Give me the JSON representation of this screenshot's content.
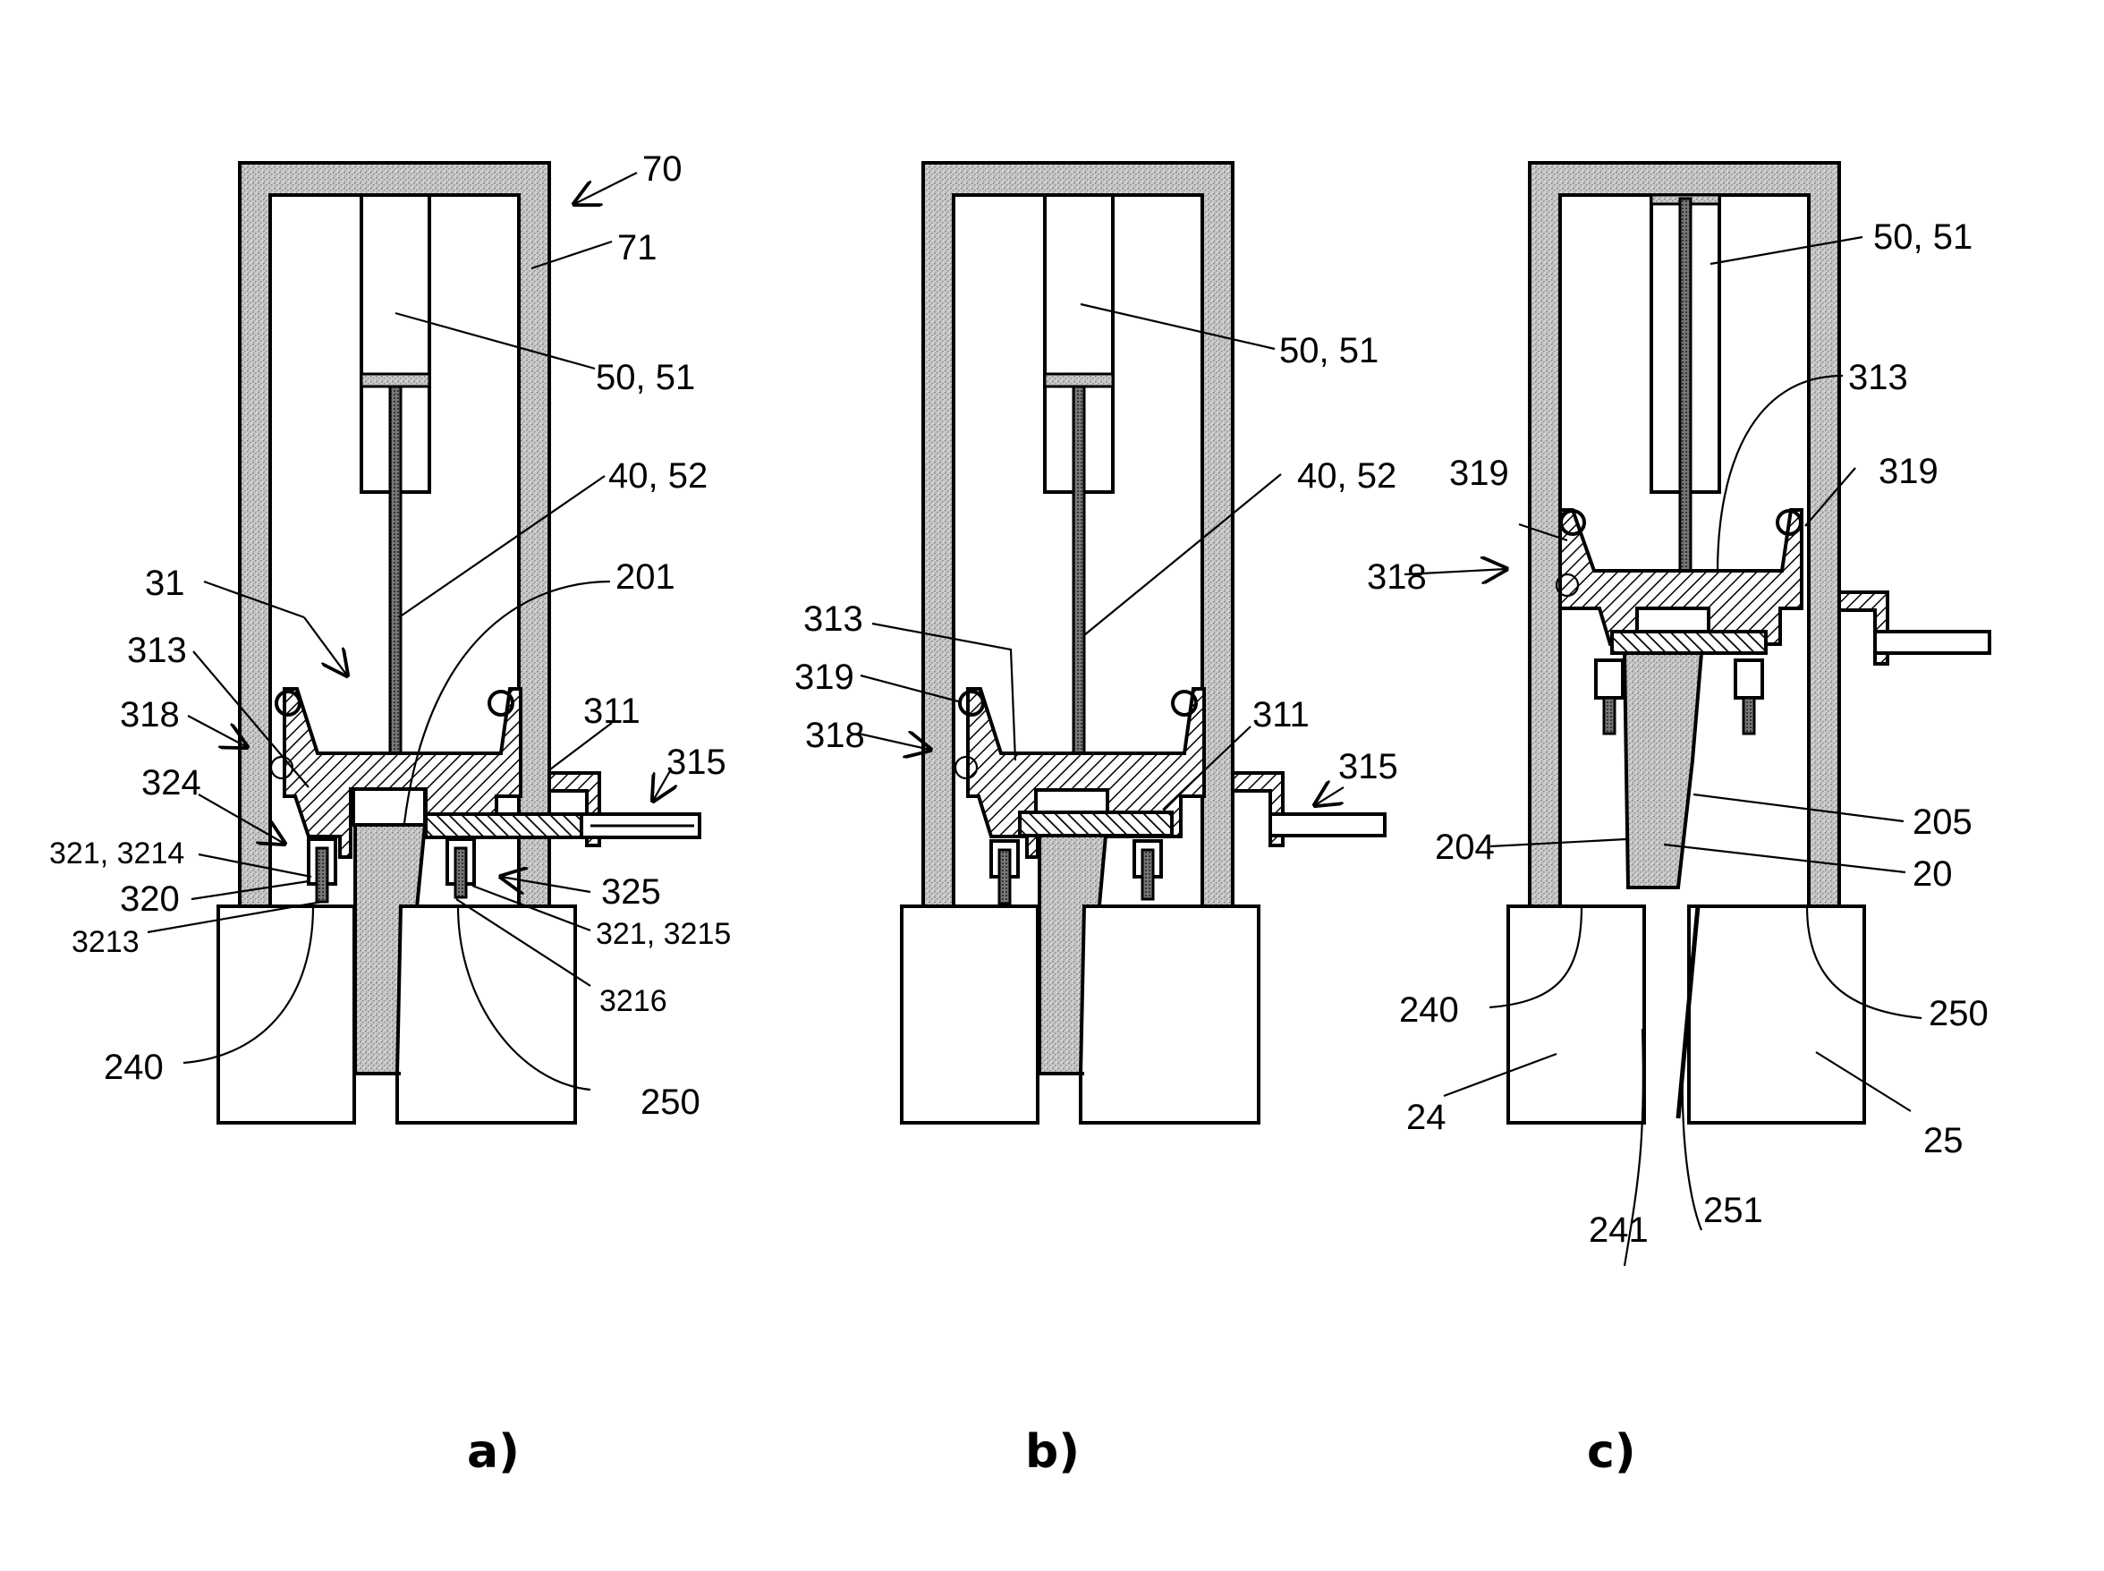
{
  "figure": {
    "panels": [
      {
        "id": "a",
        "caption": "a)",
        "labels": {
          "frame_assembly": "70",
          "frame": "71",
          "actuator": "50, 51",
          "rod": "40, 52",
          "holder": "31",
          "body_313": "313",
          "arrow_318": "318",
          "label_324": "324",
          "label_321_3214": "321, 3214",
          "label_320": "320",
          "label_3213": "3213",
          "label_201": "201",
          "label_311": "311",
          "label_315": "315",
          "label_325": "325",
          "label_321_3215": "321, 3215",
          "label_3216": "3216",
          "label_240": "240",
          "label_250": "250"
        }
      },
      {
        "id": "b",
        "caption": "b)",
        "labels": {
          "actuator": "50, 51",
          "rod": "40, 52",
          "body_313": "313",
          "label_319": "319",
          "arrow_318": "318",
          "label_311": "311",
          "label_315": "315"
        }
      },
      {
        "id": "c",
        "caption": "c)",
        "labels": {
          "actuator": "50, 51",
          "body_313": "313",
          "label_319_left": "319",
          "label_319_right": "319",
          "arrow_318": "318",
          "label_205": "205",
          "label_204": "204",
          "label_20": "20",
          "label_240": "240",
          "label_250": "250",
          "label_24": "24",
          "label_25": "25",
          "label_241": "241",
          "label_251": "251"
        }
      }
    ]
  }
}
